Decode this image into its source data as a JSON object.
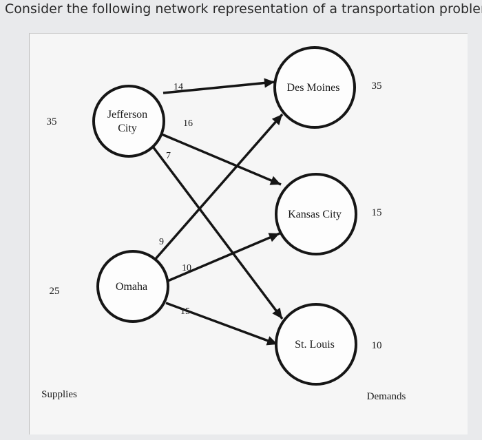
{
  "question": "Consider the following network representation of a transportation problem:",
  "sources": [
    {
      "id": "jefferson",
      "name_lines": [
        "Jefferson",
        "City"
      ],
      "supply": "35"
    },
    {
      "id": "omaha",
      "name_lines": [
        "Omaha"
      ],
      "supply": "25"
    }
  ],
  "destinations": [
    {
      "id": "desmoines",
      "name_lines": [
        "Des Moines"
      ],
      "demand": "35"
    },
    {
      "id": "kansas",
      "name_lines": [
        "Kansas City"
      ],
      "demand": "15"
    },
    {
      "id": "stlouis",
      "name_lines": [
        "St. Louis"
      ],
      "demand": "10"
    }
  ],
  "edges": [
    {
      "from": "jefferson",
      "to": "desmoines",
      "cost": "14"
    },
    {
      "from": "jefferson",
      "to": "kansas",
      "cost": "16"
    },
    {
      "from": "jefferson",
      "to": "stlouis",
      "cost": "7"
    },
    {
      "from": "omaha",
      "to": "desmoines",
      "cost": "9"
    },
    {
      "from": "omaha",
      "to": "kansas",
      "cost": "10"
    },
    {
      "from": "omaha",
      "to": "stlouis",
      "cost": "15"
    }
  ],
  "supplies_label": "Supplies",
  "demands_label": "Demands",
  "colors": {
    "stroke": "#151515",
    "background": "#f6f6f6"
  }
}
